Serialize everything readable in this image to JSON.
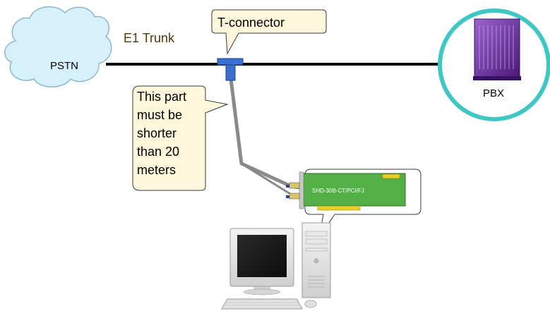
{
  "labels": {
    "pstn": "PSTN",
    "trunk": "E1 Trunk",
    "tconnector": "T-connector",
    "pbx": "PBX",
    "note_lines": [
      "This part",
      "must be",
      "shorter",
      "than 20",
      "meters"
    ],
    "card": "SHD-30B-CT/PCI/FJ"
  },
  "colors": {
    "trunk_line": "#000000",
    "connector": "#3a6fd0",
    "cable": "#8a8a8a",
    "cloud_fill": "#d7f1fb",
    "cloud_stroke": "#8ab6cc",
    "label_fill": "#fff7dc",
    "label_stroke": "#3a3a3a",
    "pbx_ring": "#3ec7c4",
    "pbx_body": "#6a2d9a",
    "card_pcb": "#52b046",
    "card_gold": "#e6cf2b",
    "trunk_text": "#4d3a0a"
  }
}
